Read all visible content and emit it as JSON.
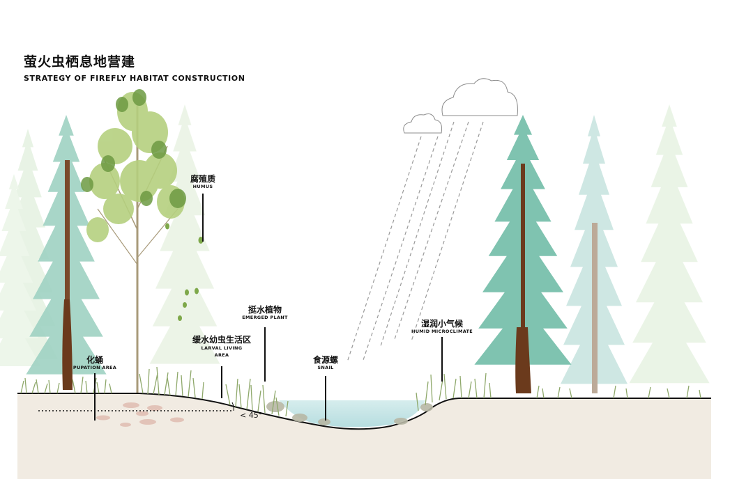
{
  "title": {
    "cn": "萤火虫栖息地营建",
    "en": "STRATEGY OF FIREFLY HABITAT CONSTRUCTION"
  },
  "labels": {
    "humus": {
      "cn": "腐殖质",
      "en": "HUMUS"
    },
    "emerged_plant": {
      "cn": "挺水植物",
      "en": "EMERGED PLANT"
    },
    "larval_living": {
      "cn": "缓水幼虫生活区",
      "en_line1": "LARVAL LIVING",
      "en_line2": "AREA"
    },
    "pupation": {
      "cn": "化蛹",
      "en": "PUPATION AREA"
    },
    "snail": {
      "cn": "食源螺",
      "en": "SNAIL"
    },
    "humid": {
      "cn": "湿润小气候",
      "en": "HUMID MICROCLIMATE"
    },
    "angle": "< 45°"
  },
  "colors": {
    "ground": "#f1ebe2",
    "ground_line": "#111111",
    "water": "#bfe3e5",
    "conifer_teal": "#7fc3b0",
    "conifer_light": "#b8ddd6",
    "conifer_pale": "#d6ead5",
    "deciduous_green": "#9cbf6e",
    "deciduous_dark": "#5f8a3a",
    "trunk_brown": "#6b3a1c",
    "grass": "#8ea86a",
    "rain_line": "#9a9a9a"
  },
  "icons": [
    "cloud-icon",
    "rain-icon",
    "conifer-tree-icon",
    "deciduous-tree-icon",
    "grass-icon",
    "stone-icon"
  ]
}
